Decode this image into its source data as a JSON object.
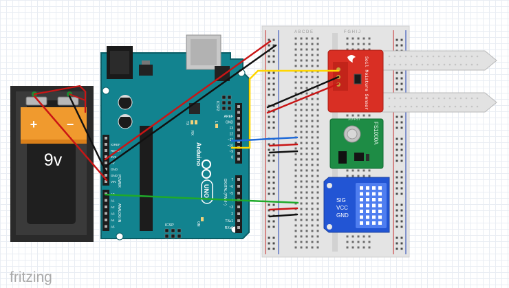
{
  "battery": {
    "plus": "+",
    "minus": "−",
    "label": "9v"
  },
  "arduino": {
    "brand": "Arduino",
    "model": "UNO",
    "icsp_top": "ICSP2",
    "icsp_bottom": "ICSP",
    "on_label": "ON",
    "power_label": "POWER",
    "analog_label": "ANALOG IN",
    "digital_label": "DIGITAL (PWM~)",
    "led_l": "L",
    "led_tx": "TX",
    "led_rx": "RX",
    "left_pins": [
      "IOREF",
      "RESET",
      "3V3",
      "5V",
      "GND",
      "GND",
      "VIN"
    ],
    "analog_pins": [
      "A0",
      "A1",
      "A2",
      "A3",
      "A4",
      "A5"
    ],
    "right_pins": [
      "AREF",
      "GND",
      "13",
      "12",
      "~11",
      "~10",
      "~9",
      "8",
      "7",
      "~6",
      "~5",
      "4",
      "~3",
      "2",
      "TX▸1",
      "RX◂0"
    ]
  },
  "breadboard": {
    "col_letters_left": "A B C D E",
    "col_letters_right": "F G H I J"
  },
  "soil_sensor": {
    "label": "Soil Moisture Sensor"
  },
  "rf_module": {
    "label": "FS1000A",
    "chip": "XD-FST"
  },
  "dht": {
    "pins": [
      "SIG",
      "VCC",
      "GND"
    ]
  },
  "footer": {
    "logo": "fritzing"
  }
}
